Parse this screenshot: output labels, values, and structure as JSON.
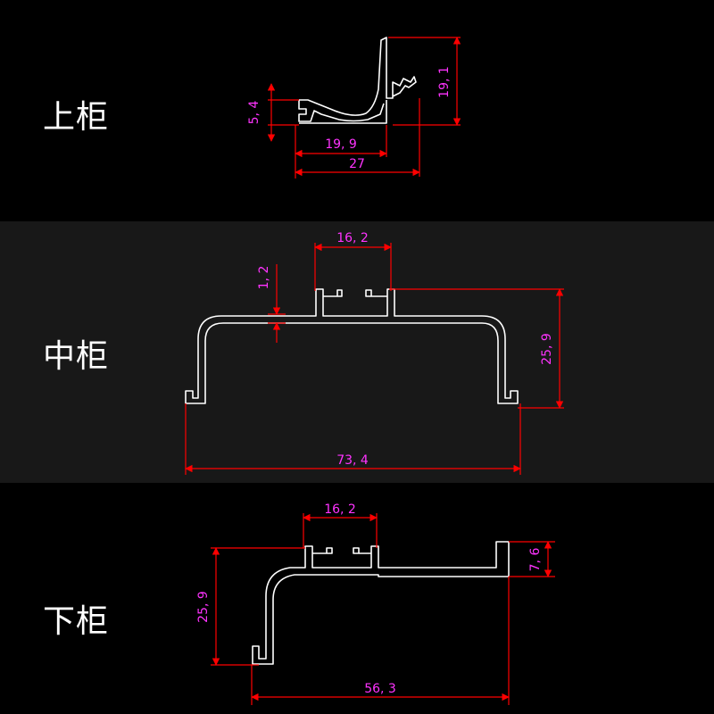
{
  "sections": {
    "top": {
      "label": "上柜",
      "dims": {
        "height_left": "5, 4",
        "height_right": "19, 1",
        "width_inner": "19, 9",
        "width_total": "27"
      }
    },
    "middle": {
      "label": "中柜",
      "dims": {
        "slot_width": "16, 2",
        "wall_thickness": "1, 2",
        "height": "25, 9",
        "width_total": "73, 4"
      }
    },
    "bottom": {
      "label": "下柜",
      "dims": {
        "slot_width": "16, 2",
        "height_left": "25, 9",
        "height_right": "7, 6",
        "width_total": "56, 3"
      }
    }
  },
  "colors": {
    "background": "#000000",
    "middle_band": "#181818",
    "profile_line": "#ffffff",
    "dimension_line": "#ff0000",
    "dimension_text": "#ff33ff"
  }
}
